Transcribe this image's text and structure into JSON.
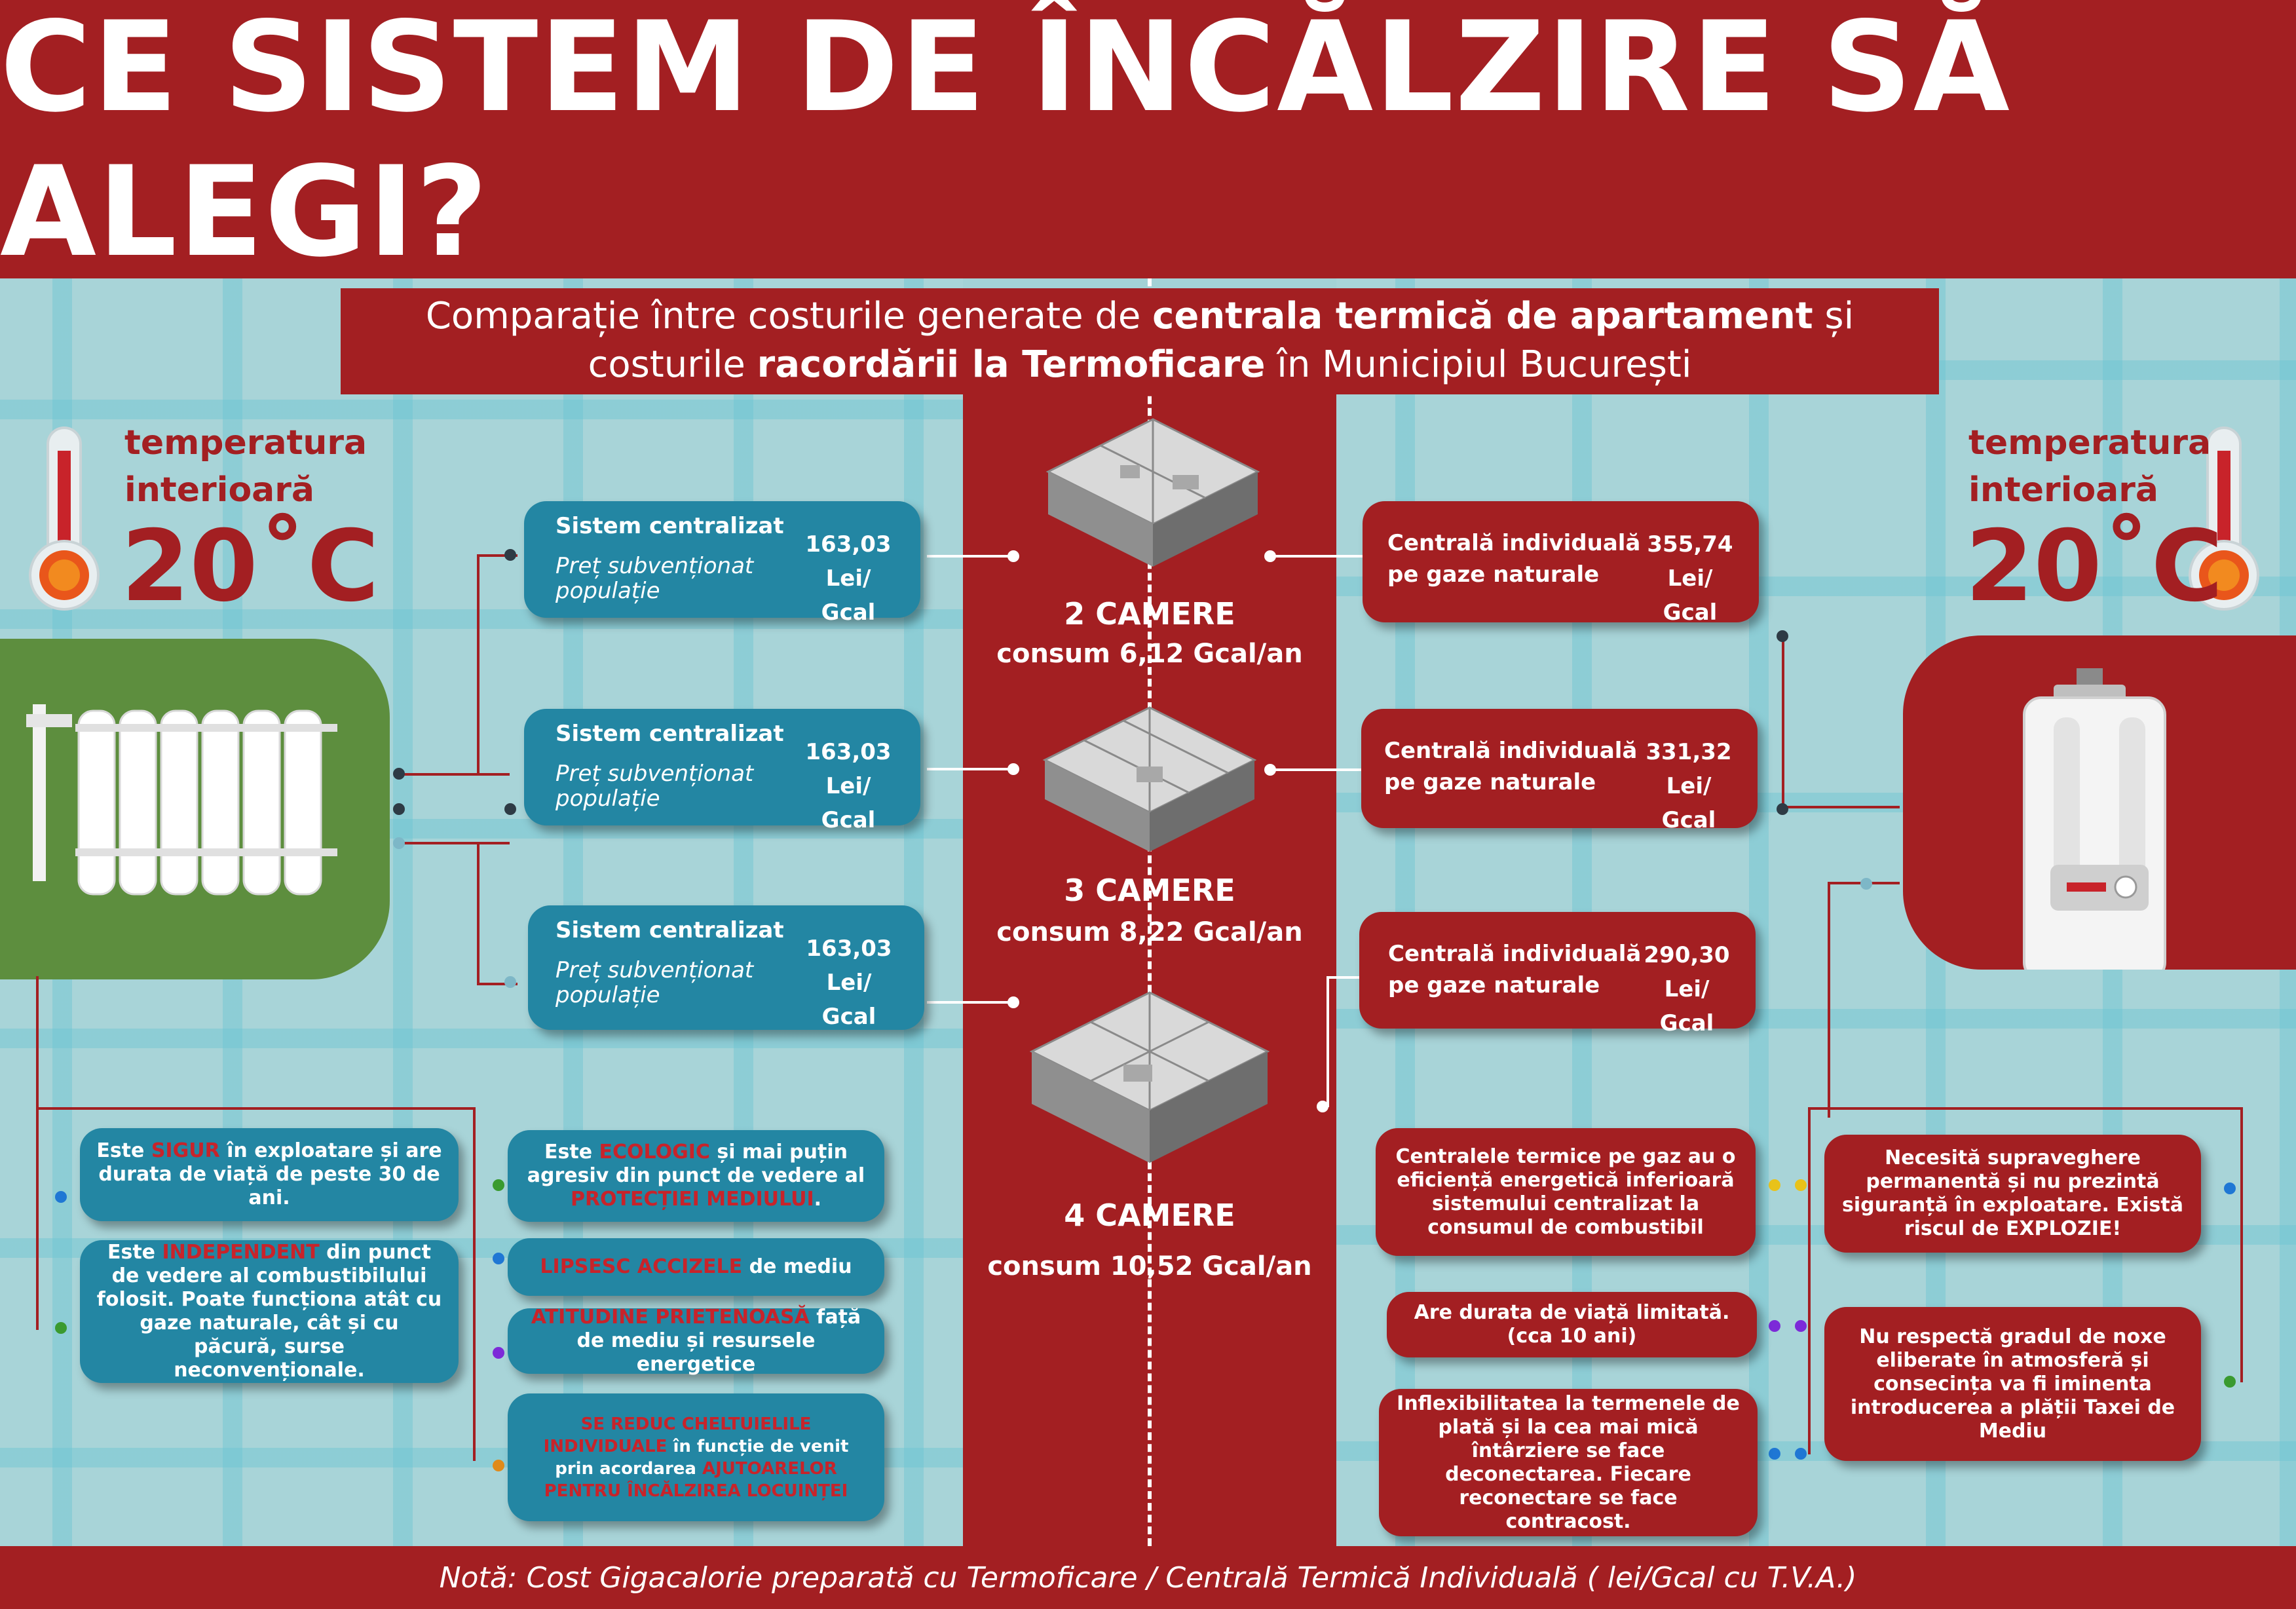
{
  "title": "CE SISTEM DE ÎNCĂLZIRE SĂ ALEGI?",
  "subtitle": {
    "p1": "Comparație între costurile generate de ",
    "b1": "centrala termică de apartament",
    "p2": " și",
    "p3": "costurile ",
    "b2": "racordării la Termoficare",
    "p4": " în Municipiul București"
  },
  "left_temp": {
    "label1": "temperatura",
    "label2": "interioară",
    "value": "20˚C"
  },
  "right_temp": {
    "label1": "temperatura",
    "label2": "interioară",
    "value": "20˚C"
  },
  "centralized": [
    {
      "title": "Sistem centralizat",
      "sub1": "Preț subvenționat",
      "sub2": "populație",
      "price1": "163,03 Lei/",
      "price2": "Gcal"
    },
    {
      "title": "Sistem centralizat",
      "sub1": "Preț subvenționat",
      "sub2": "populație",
      "price1": "163,03 Lei/",
      "price2": "Gcal"
    },
    {
      "title": "Sistem centralizat",
      "sub1": "Preț subvenționat",
      "sub2": "populație",
      "price1": "163,03 Lei/",
      "price2": "Gcal"
    }
  ],
  "individual": [
    {
      "line1": "Centrală individuală",
      "line2": "pe gaze naturale",
      "price1": "355,74 Lei/",
      "price2": "Gcal"
    },
    {
      "line1": "Centrală individuală",
      "line2": "pe gaze naturale",
      "price1": "331,32 Lei/",
      "price2": "Gcal"
    },
    {
      "line1": "Centrală individuală",
      "line2": "pe gaze naturale",
      "price1": "290,30 Lei/",
      "price2": "Gcal"
    }
  ],
  "rooms": [
    {
      "label": "2 CAMERE",
      "consumption": "consum 6,12 Gcal/an"
    },
    {
      "label": "3 CAMERE",
      "consumption": "consum 8,22 Gcal/an"
    },
    {
      "label": "4 CAMERE",
      "consumption": "consum 10,52 Gcal/an"
    }
  ],
  "pros_left": {
    "sigur": {
      "a": "Este ",
      "hl": "SIGUR",
      "b": " în exploatare și are durata de viață de peste 30 de ani."
    },
    "independent": {
      "a": "Este ",
      "hl": "INDEPENDENT",
      "b": " din punct de vedere al combustibilului folosit. Poate funcționa atât cu gaze naturale, cât și cu păcură, surse neconvenționale."
    }
  },
  "pros_mid": {
    "ecologic": {
      "a": "Este ",
      "hl": "ECOLOGIC",
      "b": " și mai puțin agresiv din punct de vedere al ",
      "hl2": "PROTECȚIEI MEDIULUI",
      "c": "."
    },
    "accize": {
      "hl": "LIPSESC ACCIZELE",
      "b": " de mediu"
    },
    "atitudine": {
      "hl": "ATITUDINE PRIETENOASĂ",
      "b": " față de mediu și resursele energetice"
    },
    "cheltuieli": {
      "hl": "SE REDUC CHELTUIELILE INDIVIDUALE",
      "b": " în funcție de venit prin acordarea ",
      "hl2": "AJUTOARELOR PENTRU ÎNCĂLZIREA LOCUINȚEI"
    }
  },
  "cons_mid": [
    "Centralele termice pe gaz au o eficiență energetică inferioară sistemului centralizat la consumul de combustibil",
    "Are durata de viață limitată. (cca 10 ani)",
    "Inflexibilitatea la termenele de plată și la cea mai mică întârziere se face deconectarea. Fiecare reconectare se face contracost."
  ],
  "cons_right": [
    "Necesită supraveghere permanentă și nu prezintă siguranță în exploatare. Există riscul de EXPLOZIE!",
    "Nu respectă gradul de noxe eliberate în atmosferă și consecința va fi iminenta introducerea a plății Taxei de Mediu"
  ],
  "footer": "Notă: Cost Gigacalorie preparată cu Termoficare / Centrală Termică Individuală ( lei/Gcal cu T.V.A.)",
  "colors": {
    "red": "#a31f22",
    "blue": "#2386a3",
    "green": "#5d8e3e",
    "pipe": "#6cc4d2",
    "highlight": "#c8232a"
  }
}
